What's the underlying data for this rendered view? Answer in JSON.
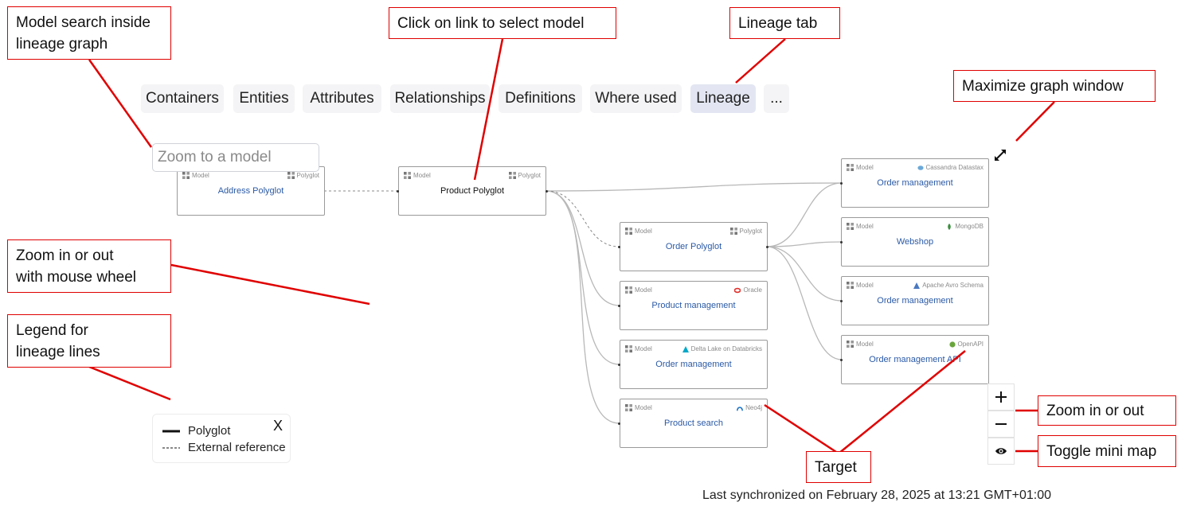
{
  "annotations": {
    "model_search": "Model search inside\nlineage graph",
    "click_link": "Click on link to select model",
    "lineage_tab": "Lineage tab",
    "maximize": "Maximize graph window",
    "zoom_wheel": "Zoom in or out\nwith mouse wheel",
    "legend": "Legend for\nlineage lines",
    "zoom_buttons": "Zoom in or out",
    "toggle_minimap": "Toggle mini map",
    "target": "Target"
  },
  "tabs": [
    {
      "label": "Containers",
      "active": false
    },
    {
      "label": "Entities",
      "active": false
    },
    {
      "label": "Attributes",
      "active": false
    },
    {
      "label": "Relationships",
      "active": false
    },
    {
      "label": "Definitions",
      "active": false
    },
    {
      "label": "Where used",
      "active": false
    },
    {
      "label": "Lineage",
      "active": true
    },
    {
      "label": "...",
      "active": false
    }
  ],
  "search": {
    "placeholder": "Zoom to a model"
  },
  "nodes": {
    "address": {
      "kind": "Model",
      "tech": "Polyglot",
      "title": "Address Polyglot"
    },
    "product": {
      "kind": "Model",
      "tech": "Polyglot",
      "title": "Product Polyglot"
    },
    "order_polyglot": {
      "kind": "Model",
      "tech": "Polyglot",
      "title": "Order Polyglot"
    },
    "product_mgmt": {
      "kind": "Model",
      "tech": "Oracle",
      "title": "Product management"
    },
    "order_mgmt_delta": {
      "kind": "Model",
      "tech": "Delta Lake on Databricks",
      "title": "Order management"
    },
    "product_search": {
      "kind": "Model",
      "tech": "Neo4j",
      "title": "Product search"
    },
    "order_mgmt_cassandra": {
      "kind": "Model",
      "tech": "Cassandra Datastax",
      "title": "Order management"
    },
    "webshop": {
      "kind": "Model",
      "tech": "MongoDB",
      "title": "Webshop"
    },
    "order_mgmt_avro": {
      "kind": "Model",
      "tech": "Apache Avro Schema",
      "title": "Order management"
    },
    "order_mgmt_api": {
      "kind": "Model",
      "tech": "OpenAPI",
      "title": "Order management API"
    }
  },
  "legend": {
    "solid_label": "Polyglot",
    "dashed_label": "External reference",
    "close_symbol": "X"
  },
  "controls": {
    "zoom_in": "+",
    "zoom_out": "−"
  },
  "icons": [
    "maximize-icon",
    "zoom-in-icon",
    "zoom-out-icon",
    "eye-icon",
    "model-icon",
    "close-icon"
  ],
  "colors": {
    "annotation_border": "#e00000",
    "link": "#2b5aa6",
    "active_tab": "#e3e6f2"
  },
  "sync_text": "Last synchronized on February 28, 2025 at 13:21 GMT+01:00"
}
